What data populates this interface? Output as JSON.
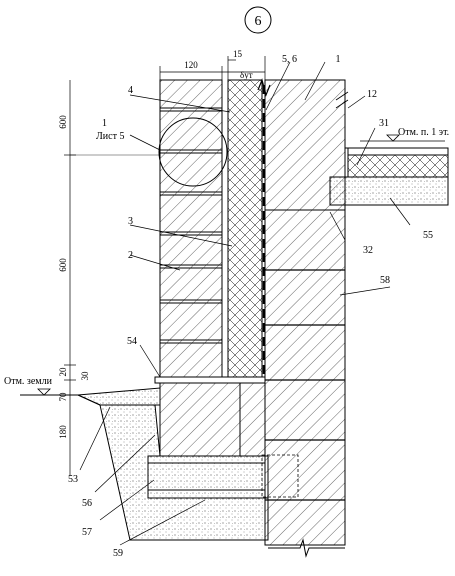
{
  "sheet_marker": "6",
  "dimensions": {
    "d600_top": "600",
    "d600_mid": "600",
    "d120": "120",
    "d15": "15",
    "d_delta": "δут",
    "d20": "20",
    "d30": "30",
    "d70": "70",
    "d180": "180"
  },
  "callouts": {
    "c1_top": "1",
    "c56": "5, 6",
    "c4": "4",
    "c12": "12",
    "c1_sheet": "1",
    "c1_sheet_ref": "Лист 5",
    "c31": "31",
    "otm_floor": "Отм. п. 1 эт.",
    "c55": "55",
    "c3": "3",
    "c32": "32",
    "c2": "2",
    "c58": "58",
    "c54": "54",
    "otm_ground": "Отм. земли",
    "c53": "53",
    "c56b": "56",
    "c57": "57",
    "c59": "59"
  }
}
